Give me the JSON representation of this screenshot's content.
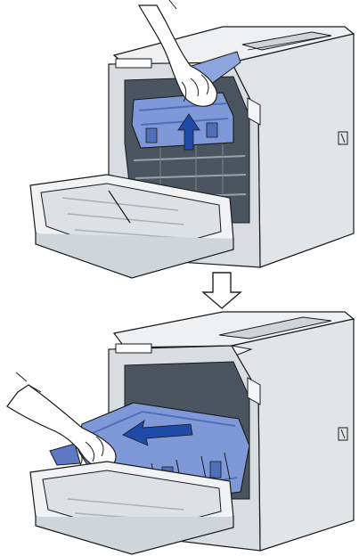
{
  "figure": {
    "steps": [
      {
        "id": "step-1",
        "action": "lift-out"
      },
      {
        "id": "step-2",
        "action": "pull-out"
      }
    ],
    "transition_icon": "down-arrow-icon",
    "icons": [
      "hand-icon",
      "up-arrow-icon",
      "left-arrow-icon",
      "down-arrow-icon"
    ]
  },
  "colors": {
    "page_bg": "#ffffff",
    "printer_body": "#e6e8ea",
    "printer_shadow": "#bfc4c8",
    "printer_line": "#1a1a1a",
    "highlight": "#7f98d8",
    "highlight_dark": "#4f6fb9",
    "action_arrow": "#1f4aa8",
    "hand": "#ffffff",
    "transition_arrow_fill": "#ffffff",
    "transition_arrow_stroke": "#222222"
  }
}
